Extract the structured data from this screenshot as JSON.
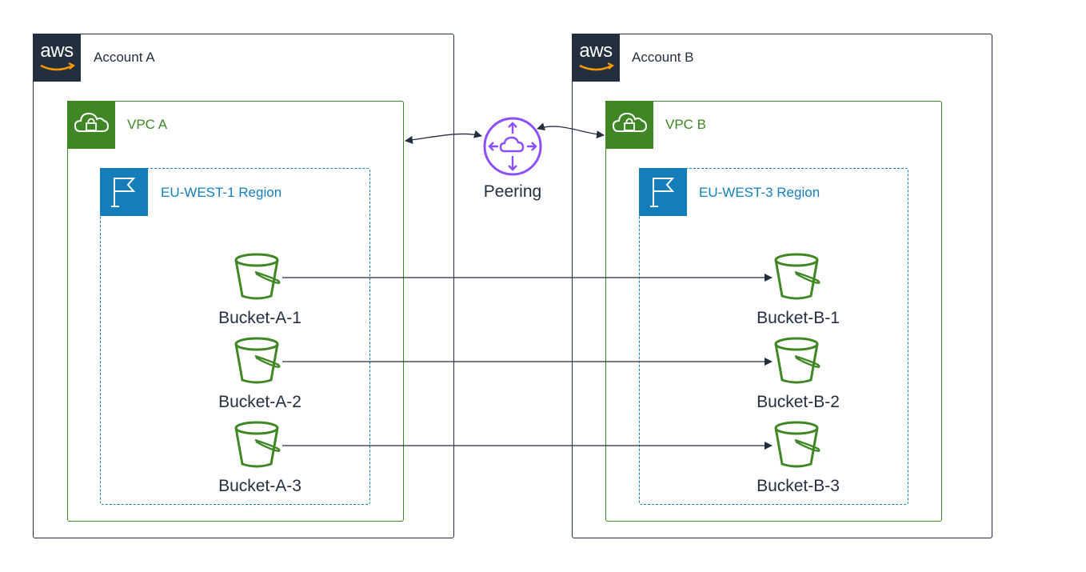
{
  "colors": {
    "account_border": "#232f3e",
    "vpc": "#3f8624",
    "region": "#147eba",
    "peering": "#8c4fff",
    "bucket": "#3f8624",
    "arrow": "#232f3e"
  },
  "aws_logo_text": "aws",
  "accounts": [
    {
      "label": "Account A",
      "vpc": {
        "label": "VPC A",
        "icon": "vpc-lock-cloud-icon"
      },
      "region": {
        "label": "EU-WEST-1 Region",
        "icon": "region-flag-icon"
      },
      "buckets": [
        "Bucket-A-1",
        "Bucket-A-2",
        "Bucket-A-3"
      ]
    },
    {
      "label": "Account B",
      "vpc": {
        "label": "VPC B",
        "icon": "vpc-lock-cloud-icon"
      },
      "region": {
        "label": "EU-WEST-3 Region",
        "icon": "region-flag-icon"
      },
      "buckets": [
        "Bucket-B-1",
        "Bucket-B-2",
        "Bucket-B-3"
      ]
    }
  ],
  "peering": {
    "label": "Peering",
    "icon": "vpc-peering-icon"
  }
}
